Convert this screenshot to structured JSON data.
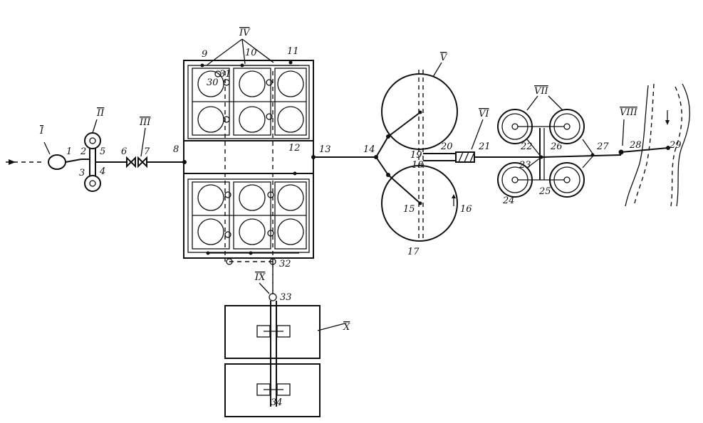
{
  "diagram": {
    "stage_labels": {
      "I": "I",
      "II": "II",
      "III": "III",
      "IV": "IV",
      "V": "V",
      "VI": "VI",
      "VII": "VII",
      "VIII": "VIII",
      "IX": "IX",
      "X": "X"
    },
    "node_labels": [
      "1",
      "2",
      "3",
      "4",
      "5",
      "6",
      "7",
      "8",
      "9",
      "10",
      "11",
      "12",
      "13",
      "14",
      "15",
      "16",
      "17",
      "18",
      "19",
      "20",
      "21",
      "22",
      "23",
      "24",
      "25",
      "26",
      "27",
      "28",
      "29",
      "30",
      "31",
      "32",
      "33",
      "34"
    ]
  }
}
